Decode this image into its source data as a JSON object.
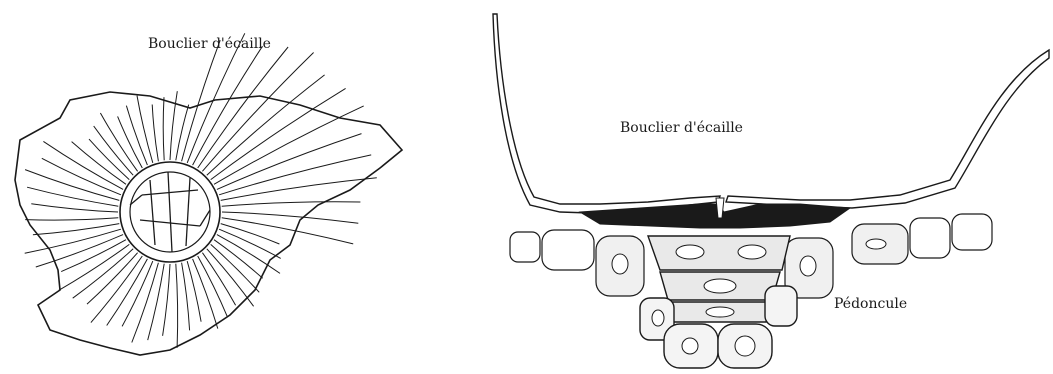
{
  "labels": {
    "scale_shield_left": "Bouclier d'écaille",
    "scale_shield_right": "Bouclier d'écaille",
    "peduncle": "Pédoncule"
  },
  "colors": {
    "ink": "#1a1a1a",
    "paper": "#ffffff",
    "cell_fill": "#e9e9e9"
  }
}
